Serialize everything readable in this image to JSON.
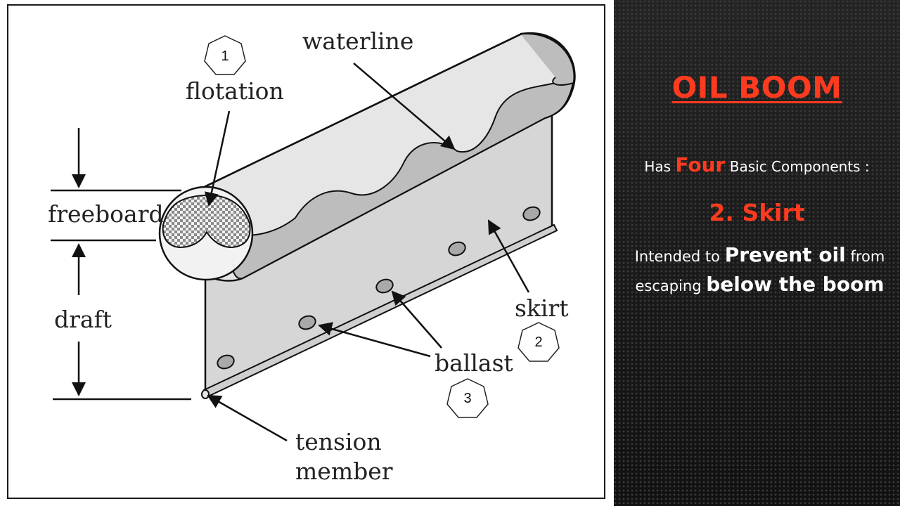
{
  "diagram": {
    "labels": {
      "waterline": "waterline",
      "flotation": "flotation",
      "freeboard": "freeboard",
      "draft": "draft",
      "skirt": "skirt",
      "ballast": "ballast",
      "tension_line1": "tension",
      "tension_line2": "member"
    },
    "badges": {
      "flotation": "1",
      "skirt": "2",
      "ballast": "3"
    }
  },
  "panel": {
    "title": "OIL BOOM",
    "components_prefix": "Has",
    "components_count": "Four",
    "components_suffix": "Basic Components :",
    "subtitle": "2. Skirt",
    "desc_part1": "Intended to",
    "desc_em1": "Prevent oil",
    "desc_part2": "from escaping",
    "desc_em2": "below the boom"
  },
  "colors": {
    "accent": "#ff3b1f",
    "boom_shade": "#bdbdbd",
    "skirt_fill": "#d6d6d6"
  }
}
